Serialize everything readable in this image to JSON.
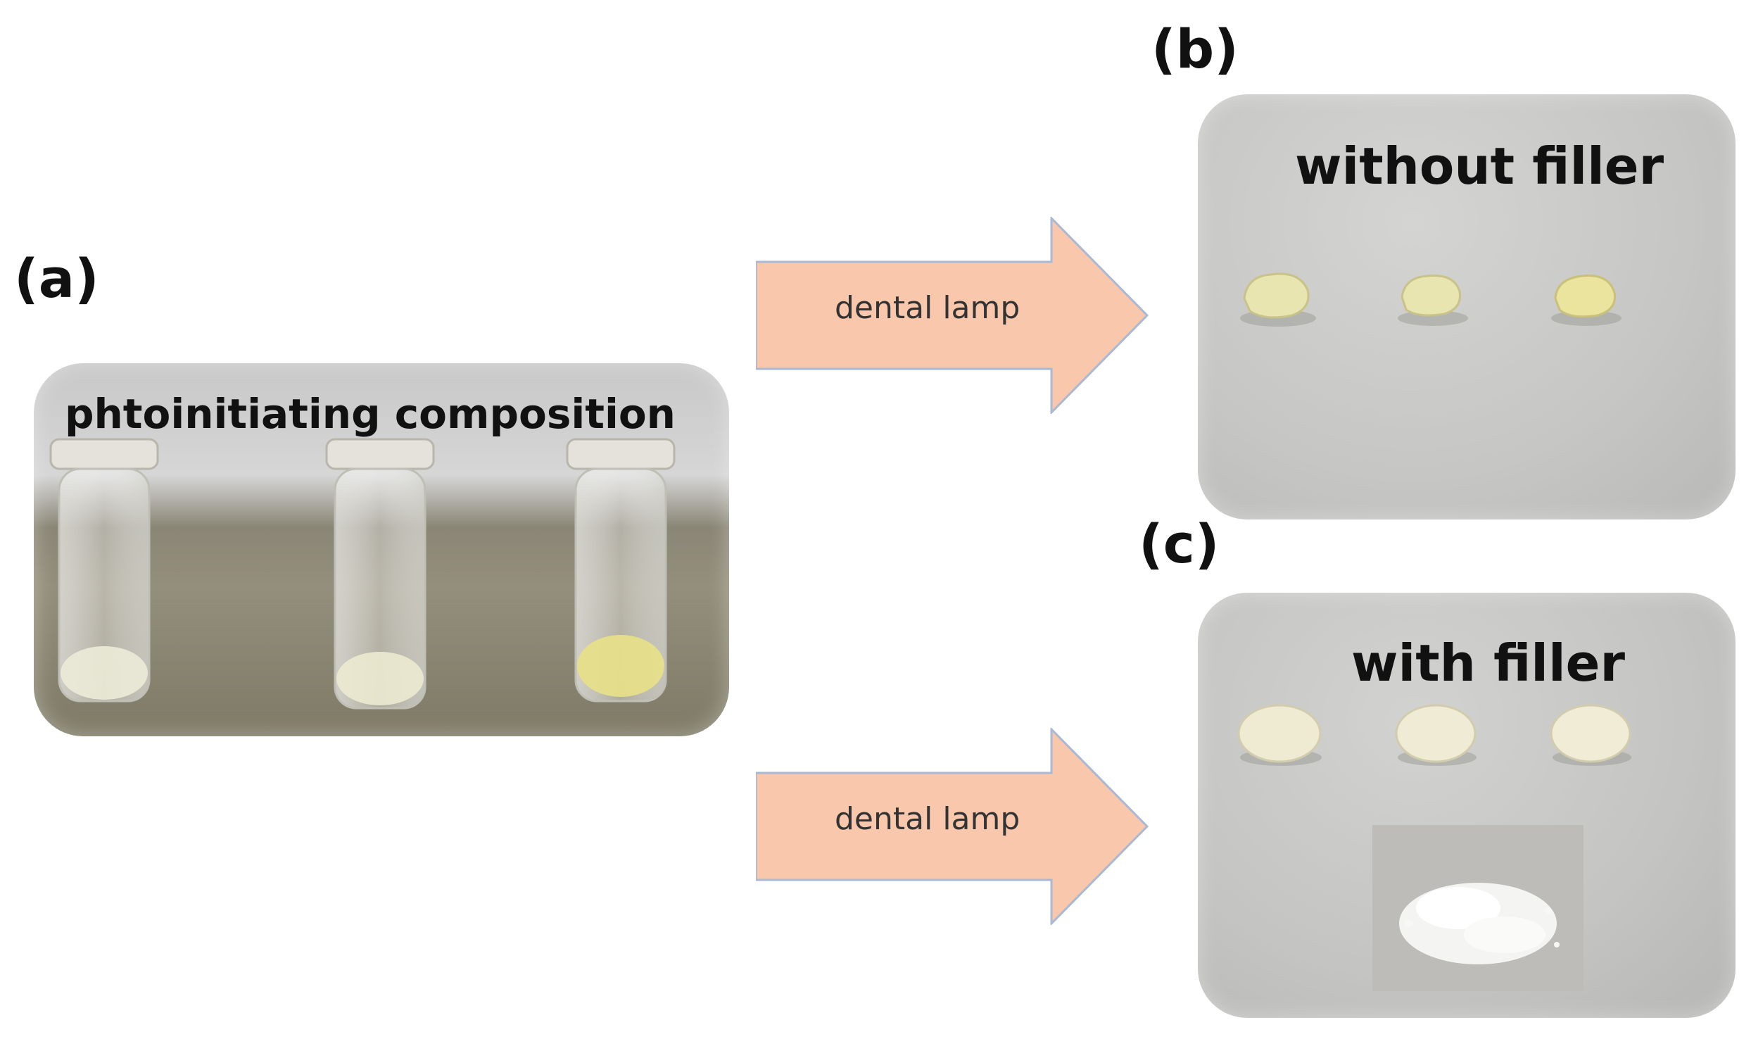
{
  "panels": {
    "a": {
      "label": "(a)",
      "title": "phtoinitiating composition"
    },
    "b": {
      "label": "(b)",
      "title": "without filler"
    },
    "c": {
      "label": "(c)",
      "title": "with filler"
    }
  },
  "arrows": [
    {
      "label": "dental lamp"
    },
    {
      "label": "dental lamp"
    }
  ],
  "colors": {
    "arrow_fill": "#f9c7ab",
    "arrow_stroke": "#a9b8d3",
    "label_text": "#111111"
  }
}
